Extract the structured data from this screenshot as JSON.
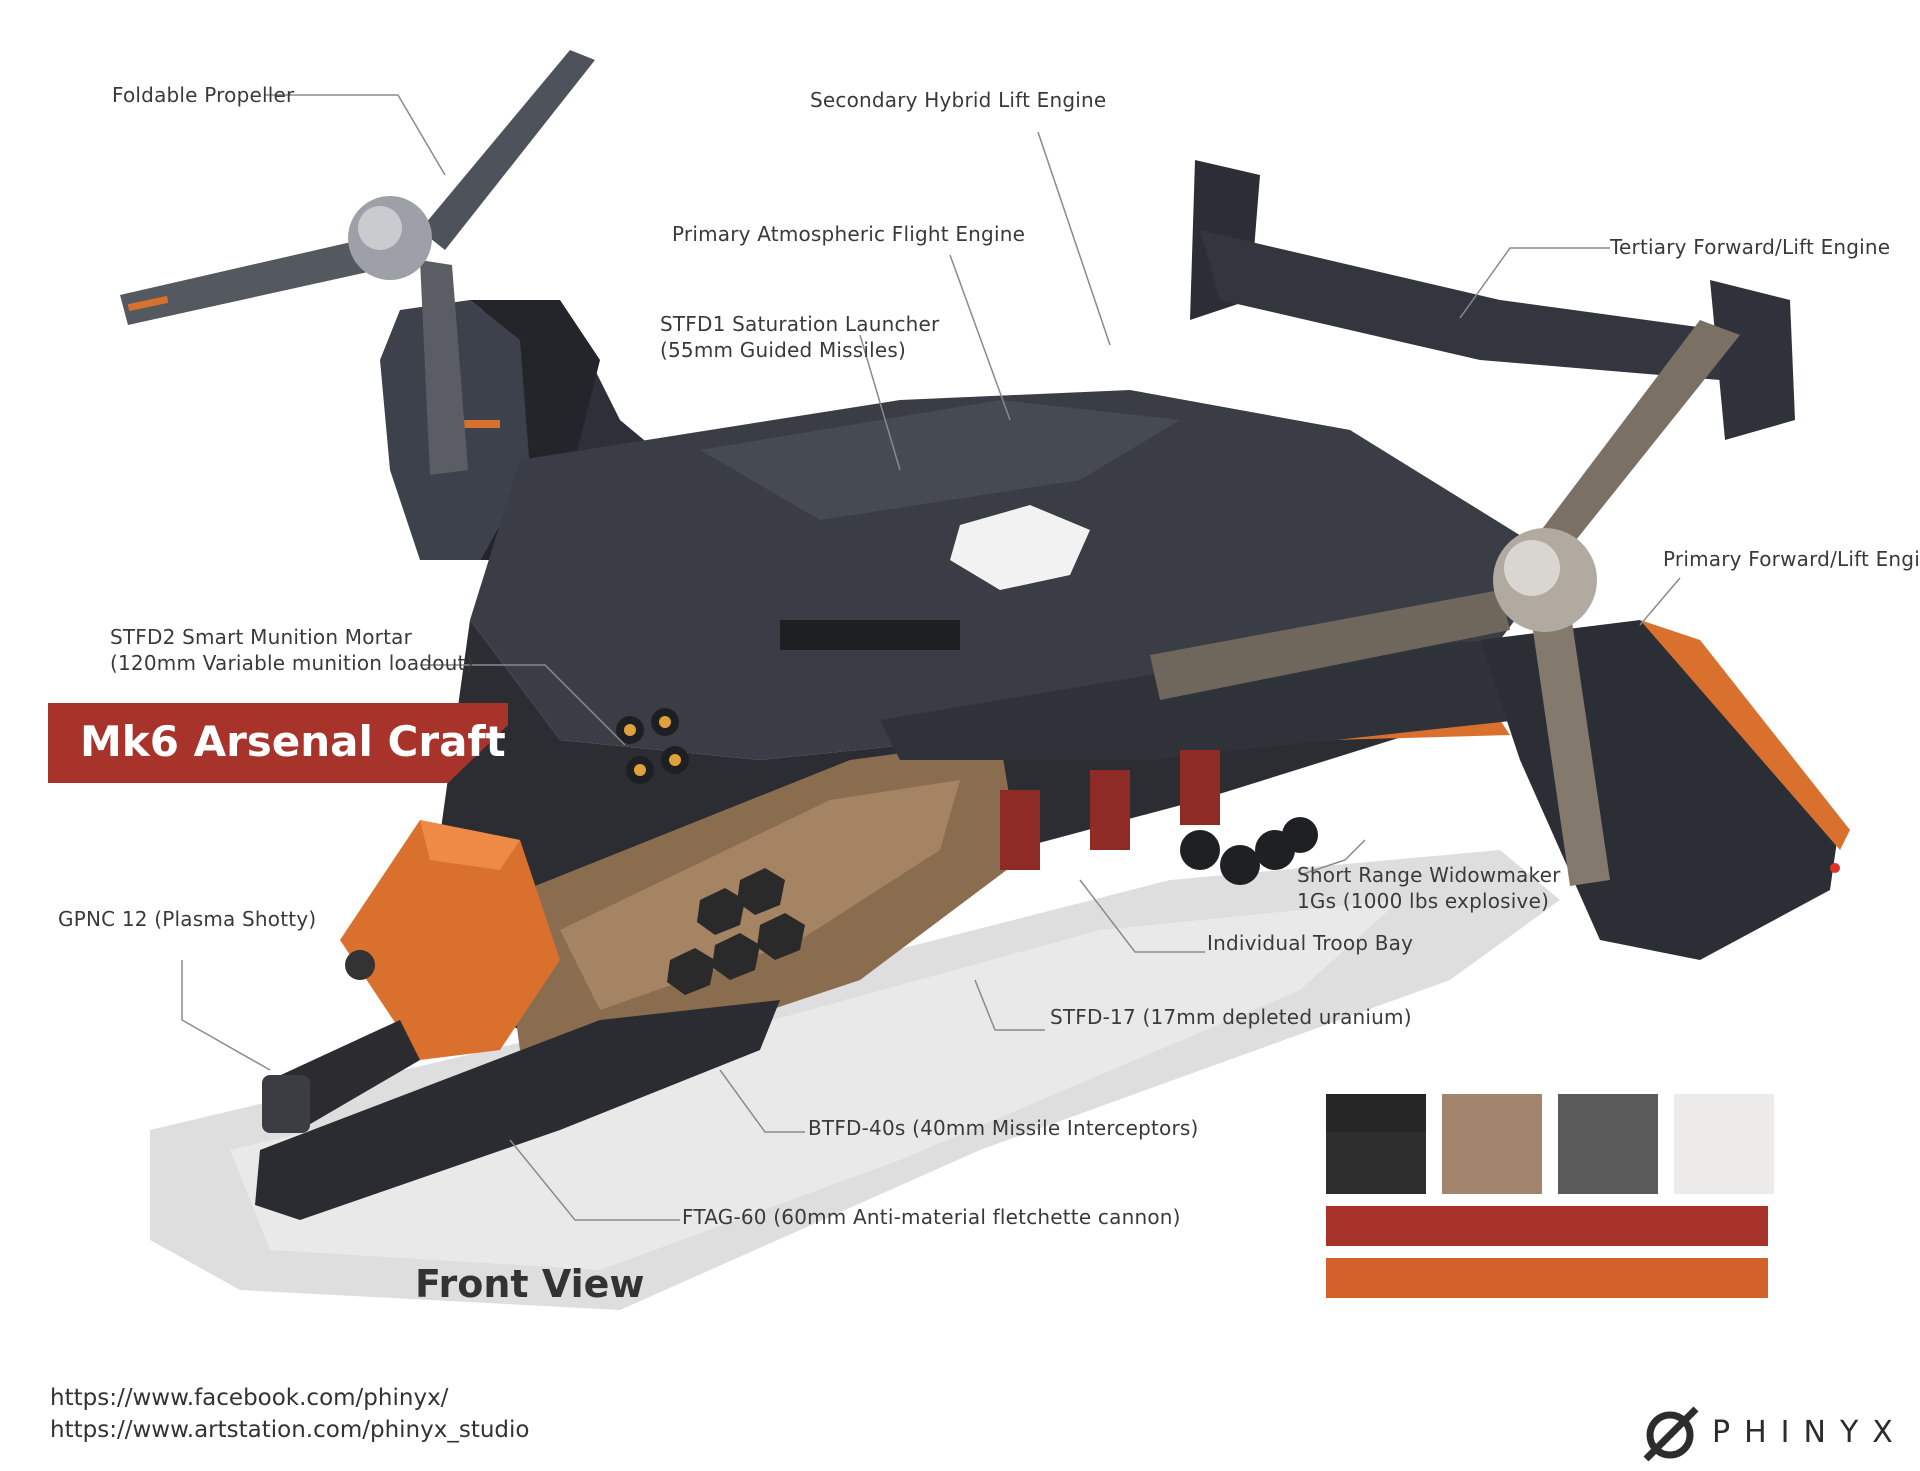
{
  "title": "Mk6 Arsenal Craft",
  "view_label": "Front View",
  "callouts": {
    "foldable_propeller": "Foldable Propeller",
    "secondary_hybrid_lift_engine": "Secondary Hybrid Lift Engine",
    "primary_atmospheric_flight_engine": "Primary Atmospheric Flight Engine",
    "tertiary_forward_lift_engine": "Tertiary Forward/Lift Engine",
    "stfd1_line1": "STFD1 Saturation Launcher",
    "stfd1_line2": "(55mm Guided Missiles)",
    "primary_forward_lift_engine": "Primary Forward/Lift Engine",
    "stfd2_line1": "STFD2 Smart Munition Mortar",
    "stfd2_line2": "(120mm Variable munition loadout)",
    "gpnc12": "GPNC 12 (Plasma Shotty)",
    "widowmaker_line1": "Short Range Widowmaker",
    "widowmaker_line2": "1Gs (1000 lbs explosive)",
    "troop_bay": "Individual Troop Bay",
    "stfd17": "STFD-17 (17mm depleted uranium)",
    "btfd40s": "BTFD-40s (40mm Missile Interceptors)",
    "ftag60": "FTAG-60 (60mm Anti-material fletchette cannon)"
  },
  "links": {
    "facebook": "https://www.facebook.com/phinyx/",
    "artstation": "https://www.artstation.com/phinyx_studio"
  },
  "brand": "PHINYX",
  "palette": {
    "charcoal": "#2e2e2e",
    "tan": "#a1846b",
    "gray": "#5a5a5a",
    "offwhite": "#ecebe9",
    "red": "#a8332a",
    "orange": "#d2612c"
  },
  "colors": {
    "hull_dark": "#2b2d33",
    "hull_mid": "#3a3d45",
    "accent_orange": "#d9702e",
    "bronze": "#8a6c4e",
    "shadow": "#dcdcdc"
  }
}
